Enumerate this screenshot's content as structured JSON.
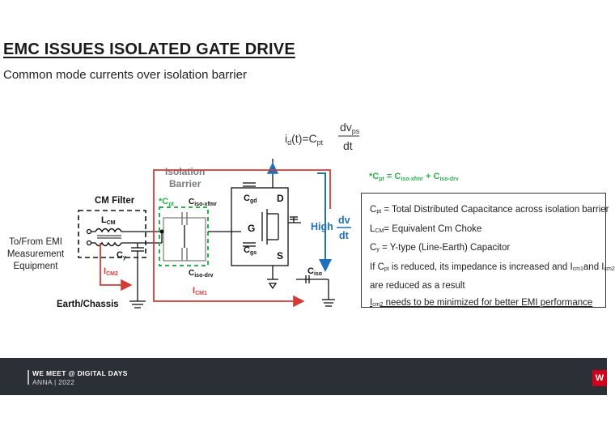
{
  "slide": {
    "title": "EMC ISSUES ISOLATED GATE DRIVE",
    "subtitle": "Common mode currents over isolation barrier"
  },
  "formula": {
    "lhs": "i",
    "lhs_sub": "d",
    "lhs_arg": "(t)=C",
    "lhs_sub2": "pt",
    "num": "dv",
    "num_sub": "ps",
    "den": "dt"
  },
  "cpt_note": {
    "star": "*C",
    "star_sub": "pt",
    "eq": " = C",
    "a_sub": "iso-xfmr",
    "plus": " + C",
    "b_sub": "iso-drv"
  },
  "diagram": {
    "isolation_barrier_line1": "Isolation",
    "isolation_barrier_line2": "Barrier",
    "cm_filter": "CM Filter",
    "lcm": "L",
    "lcm_sub": "CM",
    "cy": "C",
    "cy_sub": "y",
    "icm2": "I",
    "icm2_sub": "CM2",
    "icm1": "I",
    "icm1_sub": "CM1",
    "cpt_label": "*C",
    "cpt_label_sub": "pt",
    "ciso_xfmr": "C",
    "ciso_xfmr_sub": "iso-xfmr",
    "ciso_drv": "C",
    "ciso_drv_sub": "iso-drv",
    "cgd": "C",
    "cgd_sub": "gd",
    "cgs": "C",
    "cgs_sub": "gs",
    "ciso": "C",
    "ciso_sub": "iso",
    "d": "D",
    "g": "G",
    "s": "S",
    "high": "High",
    "dv": "dv",
    "dt": "dt",
    "emi_line1": "To/From EMI",
    "emi_line2": "Measurement",
    "emi_line3": "Equipment",
    "earth": "Earth/Chassis"
  },
  "legend": {
    "l1_a": "C",
    "l1_sub": "pt",
    "l1_b": " = Total Distributed Capacitance across isolation barrier",
    "l2_a": "L",
    "l2_sub": "CM",
    "l2_b": "= Equivalent Cm Choke",
    "l3_a": "C",
    "l3_sub": "y",
    "l3_b": " = Y-type (Line-Earth) Capacitor",
    "l4_a": "If C",
    "l4_sub1": "pt",
    "l4_b": " is reduced, its impedance is increased and I",
    "l4_sub2": "cm1",
    "l4_c": "and I",
    "l4_sub3": "cm2",
    "l5": "are reduced as a result",
    "l6_a": "I",
    "l6_sub": "cm2",
    "l6_b": " needs to be minimized for better EMI performance"
  },
  "footer": {
    "line1": "WE MEET @ DIGITAL DAYS",
    "line2": "ANNA | 2022",
    "logo": "W"
  },
  "colors": {
    "red": "#d63a34",
    "green": "#2bb24a",
    "blue": "#1f6fbf",
    "gray": "#8a8a8a",
    "footer_bg": "#2b2f36"
  }
}
